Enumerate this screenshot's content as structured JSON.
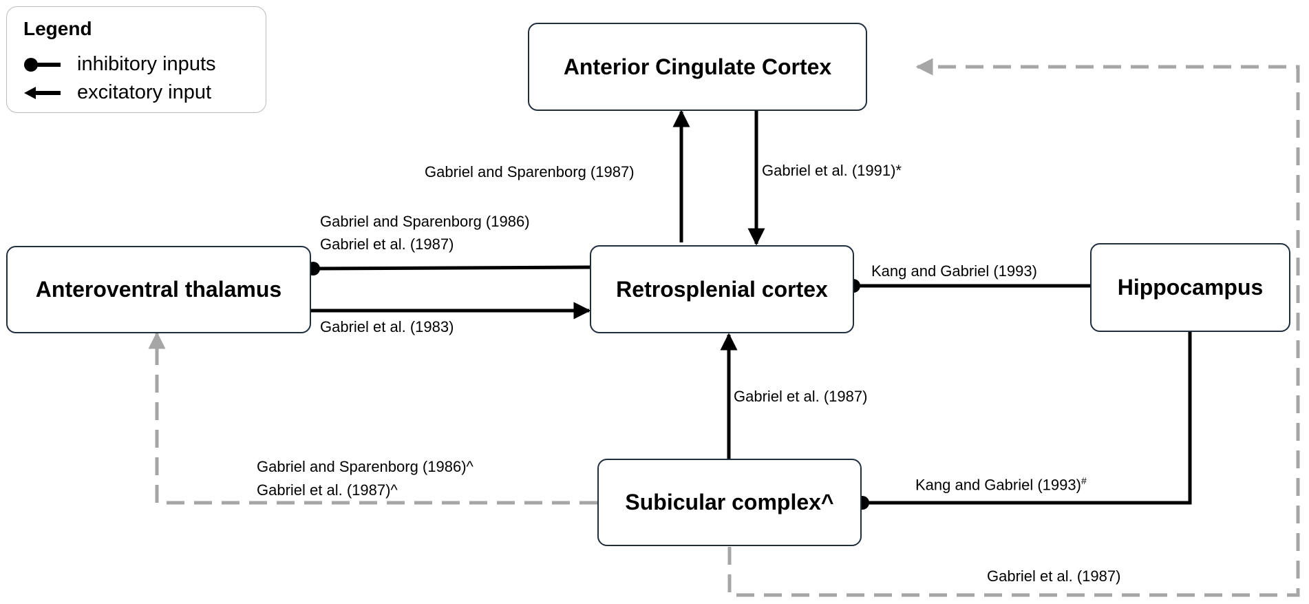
{
  "legend": {
    "title": "Legend",
    "items": [
      {
        "marker": "dot",
        "label": "inhibitory inputs"
      },
      {
        "marker": "arrow",
        "label": "excitatory input"
      }
    ]
  },
  "nodes": {
    "acc": "Anterior Cingulate Cortex",
    "av": "Anteroventral thalamus",
    "rsc": "Retrosplenial cortex",
    "hip": "Hippocampus",
    "sub": "Subicular complex^"
  },
  "edges": {
    "rsc_to_acc": "Gabriel and Sparenborg (1987)",
    "acc_to_rsc": "Gabriel et al. (1991)*",
    "av_rsc_inhib": [
      "Gabriel and Sparenborg (1986)",
      "Gabriel et al. (1987)"
    ],
    "av_to_rsc": "Gabriel et al. (1983)",
    "hip_rsc_inhib": "Kang and Gabriel (1993)",
    "sub_to_rsc": "Gabriel et al. (1987)",
    "sub_to_av": [
      "Gabriel and Sparenborg (1986)^",
      "Gabriel et al. (1987)^"
    ],
    "hip_sub_inhib": "Kang and Gabriel (1993)",
    "hip_sub_inhib_mark": "#",
    "sub_to_acc": "Gabriel et al. (1987)"
  },
  "colors": {
    "solid": "#000000",
    "dashed": "#a6a6a6",
    "node_border": "#1f2d3d",
    "legend_border": "#bbbbbb"
  }
}
